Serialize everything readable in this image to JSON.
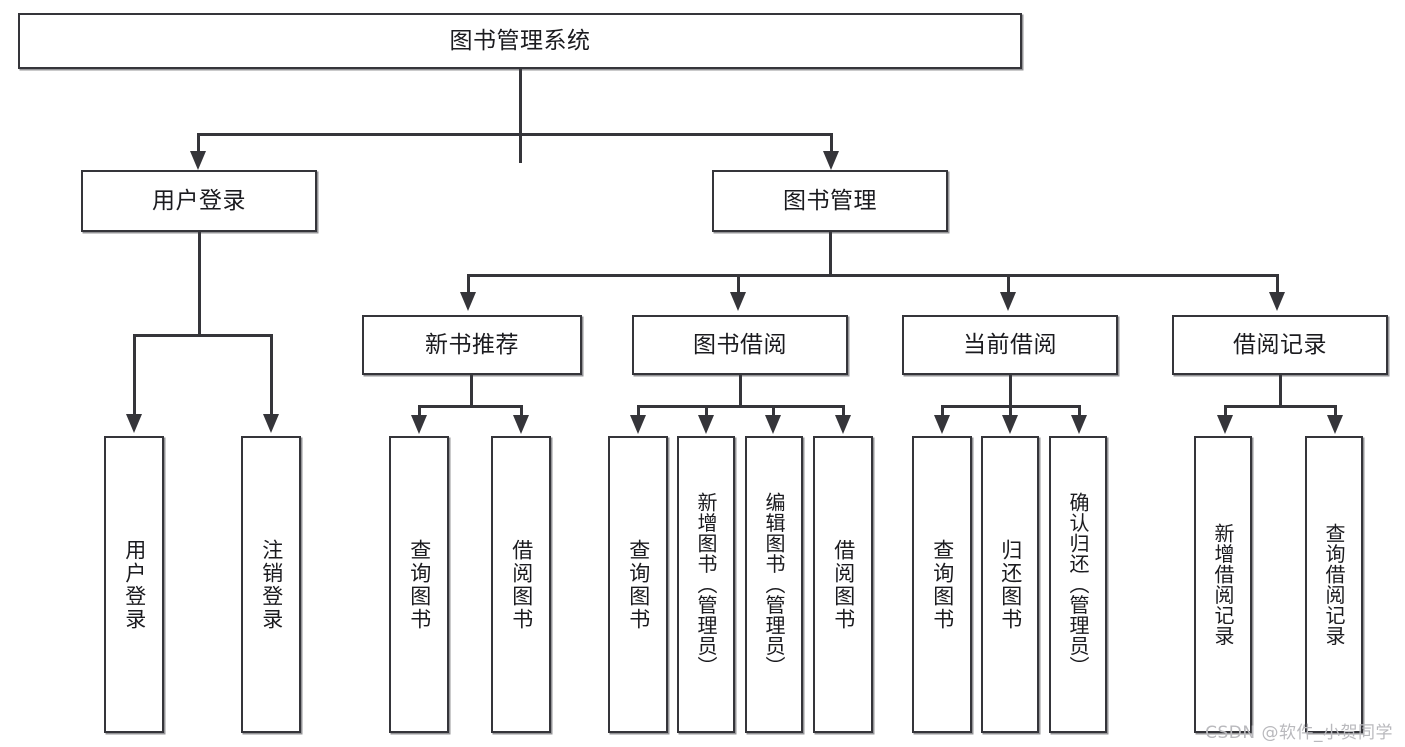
{
  "diagram": {
    "type": "tree-hierarchy-functional-decomposition",
    "title": "图书管理系统",
    "root": {
      "id": "root",
      "label": "图书管理系统",
      "orientation": "horizontal"
    },
    "level1": [
      {
        "id": "user-login",
        "label": "用户登录",
        "orientation": "horizontal"
      },
      {
        "id": "book-management",
        "label": "图书管理",
        "orientation": "horizontal"
      }
    ],
    "level2": [
      {
        "id": "new-book-recommend",
        "label": "新书推荐",
        "orientation": "horizontal",
        "parent": "book-management"
      },
      {
        "id": "book-borrow",
        "label": "图书借阅",
        "orientation": "horizontal",
        "parent": "book-management"
      },
      {
        "id": "current-borrow",
        "label": "当前借阅",
        "orientation": "horizontal",
        "parent": "book-management"
      },
      {
        "id": "borrow-record",
        "label": "借阅记录",
        "orientation": "horizontal",
        "parent": "book-management"
      }
    ],
    "leaves": [
      {
        "id": "leaf-user-login",
        "label": "用户登录",
        "orientation": "vertical",
        "parent": "user-login"
      },
      {
        "id": "leaf-user-logout",
        "label": "注销登录",
        "orientation": "vertical",
        "parent": "user-login"
      },
      {
        "id": "leaf-query-book-1",
        "label": "查询图书",
        "orientation": "vertical",
        "parent": "new-book-recommend"
      },
      {
        "id": "leaf-borrow-book-1",
        "label": "借阅图书",
        "orientation": "vertical",
        "parent": "new-book-recommend"
      },
      {
        "id": "leaf-query-book-2",
        "label": "查询图书",
        "orientation": "vertical",
        "parent": "book-borrow"
      },
      {
        "id": "leaf-add-book",
        "label": "新增图书（管理员）",
        "orientation": "vertical",
        "parent": "book-borrow"
      },
      {
        "id": "leaf-edit-book",
        "label": "编辑图书（管理员）",
        "orientation": "vertical",
        "parent": "book-borrow"
      },
      {
        "id": "leaf-borrow-book-2",
        "label": "借阅图书",
        "orientation": "vertical",
        "parent": "book-borrow"
      },
      {
        "id": "leaf-query-book-3",
        "label": "查询图书",
        "orientation": "vertical",
        "parent": "current-borrow"
      },
      {
        "id": "leaf-return-book",
        "label": "归还图书",
        "orientation": "vertical",
        "parent": "current-borrow"
      },
      {
        "id": "leaf-confirm-return",
        "label": "确认归还（管理员）",
        "orientation": "vertical",
        "parent": "current-borrow"
      },
      {
        "id": "leaf-add-record",
        "label": "新增借阅记录",
        "orientation": "vertical",
        "parent": "borrow-record"
      },
      {
        "id": "leaf-query-record",
        "label": "查询借阅记录",
        "orientation": "vertical",
        "parent": "borrow-record"
      }
    ]
  },
  "watermark": {
    "text": "CSDN @软件_小贺同学"
  },
  "colors": {
    "stroke": "#35353a",
    "box_fill": "#ffffff",
    "text": "#1b1b1f",
    "watermark": "#b9b9bd",
    "background": "#ffffff"
  }
}
